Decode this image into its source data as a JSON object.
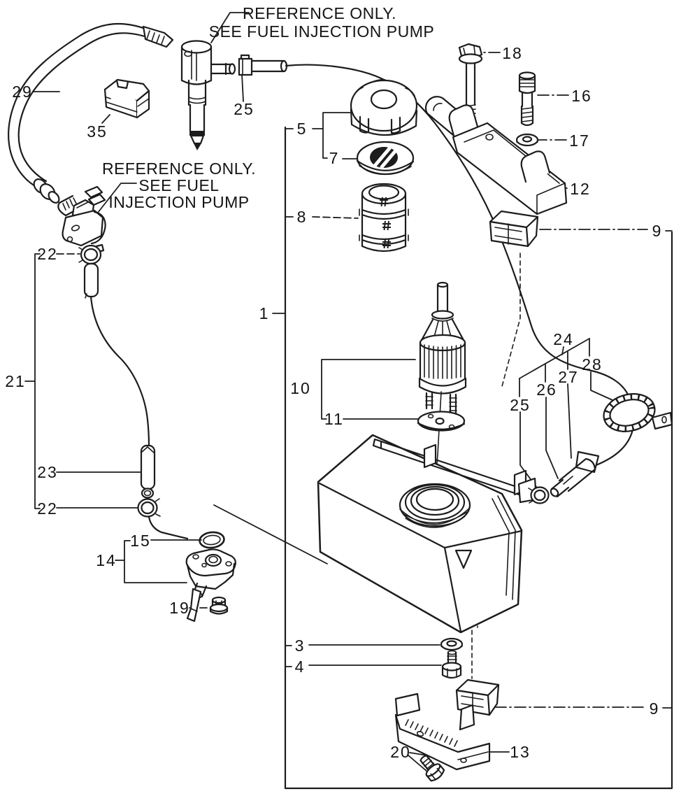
{
  "diagram": {
    "kind": "exploded-parts-diagram",
    "subject": "fuel tank assembly",
    "background_color": "#ffffff",
    "line_color": "#1c1c1c",
    "label_color": "#141414"
  },
  "notes": {
    "injector": {
      "lines": [
        "REFERENCE ONLY.",
        "SEE FUEL INJECTION PUMP"
      ]
    },
    "pump": {
      "lines": [
        "REFERENCE ONLY.",
        "SEE FUEL",
        "INJECTION PUMP"
      ]
    }
  },
  "callouts": {
    "1": "1",
    "3": "3",
    "4": "4",
    "5": "5",
    "7": "7",
    "8": "8",
    "9_top": "9",
    "9_bottom": "9",
    "10": "10",
    "11": "11",
    "12": "12",
    "13": "13",
    "14": "14",
    "15": "15",
    "16": "16",
    "17": "17",
    "18": "18",
    "19": "19",
    "20": "20",
    "21": "21",
    "22_top": "22",
    "22_bottom": "22",
    "23": "23",
    "24": "24",
    "25_injector": "25",
    "25_tank": "25",
    "26": "26",
    "27": "27",
    "28": "28",
    "29": "29",
    "35": "35"
  }
}
